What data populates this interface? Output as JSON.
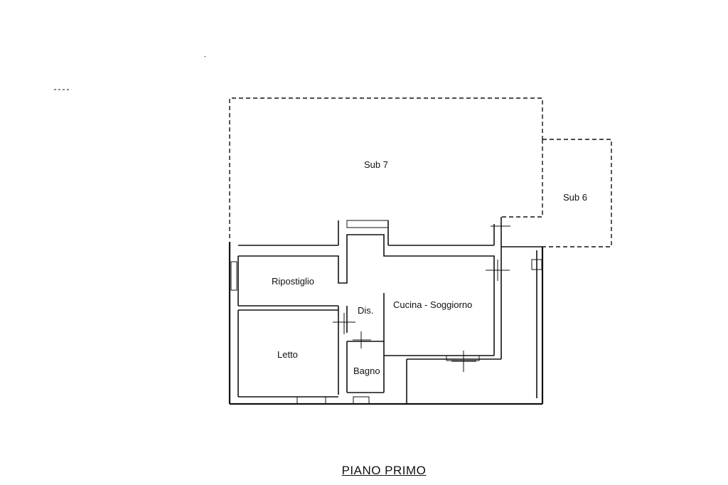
{
  "title": "PIANO PRIMO",
  "rooms": {
    "sub7": "Sub 7",
    "sub6": "Sub 6",
    "ripostiglio": "Ripostiglio",
    "dis": "Dis.",
    "cucina": "Cucina - Soggiorno",
    "letto": "Letto",
    "bagno": "Bagno"
  }
}
